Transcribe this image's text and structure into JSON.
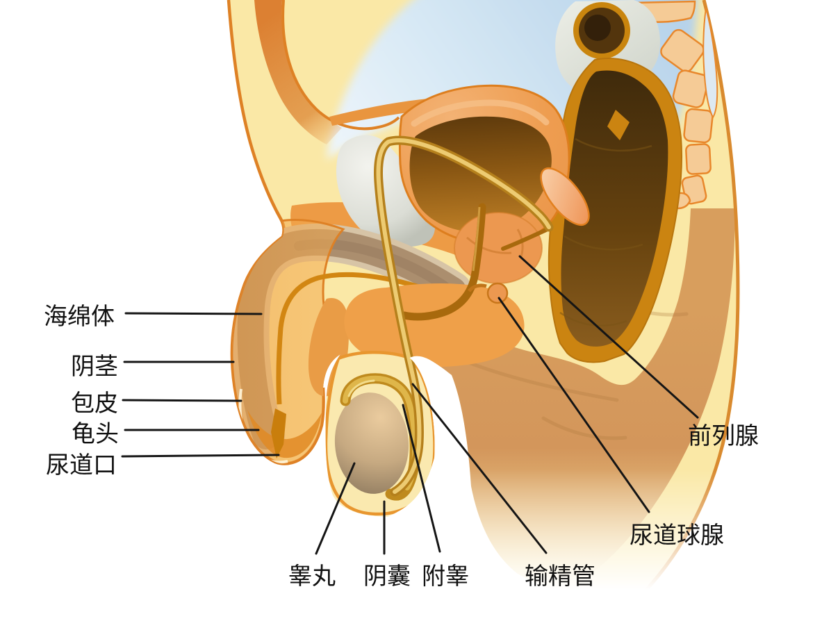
{
  "diagram": {
    "type": "anatomical-illustration",
    "subject": "male reproductive system, sagittal section",
    "labels": {
      "corpus_cavernosum": "海绵体",
      "penis": "阴茎",
      "foreskin": "包皮",
      "glans": "龟头",
      "urethral_opening": "尿道口",
      "testis": "睾丸",
      "scrotum": "阴囊",
      "epididymis": "附睾",
      "vas_deferens": "输精管",
      "prostate": "前列腺",
      "bulbourethral_gland": "尿道球腺"
    },
    "palette": {
      "skin_cream": "#FAE8A6",
      "skin_outline": "#DE8125",
      "organ_orange": "#EE9D50",
      "deep_orange": "#D28612",
      "rectum_brown": "#4A2F0C",
      "cavity_blue": "#B7D3EA",
      "testis_tan": "#C3A47E",
      "corpus_brown": "#AB8E6E",
      "bone_gray": "#DCDED6",
      "buttock_tan": "#D89E5D",
      "label_color": "#111111"
    }
  }
}
